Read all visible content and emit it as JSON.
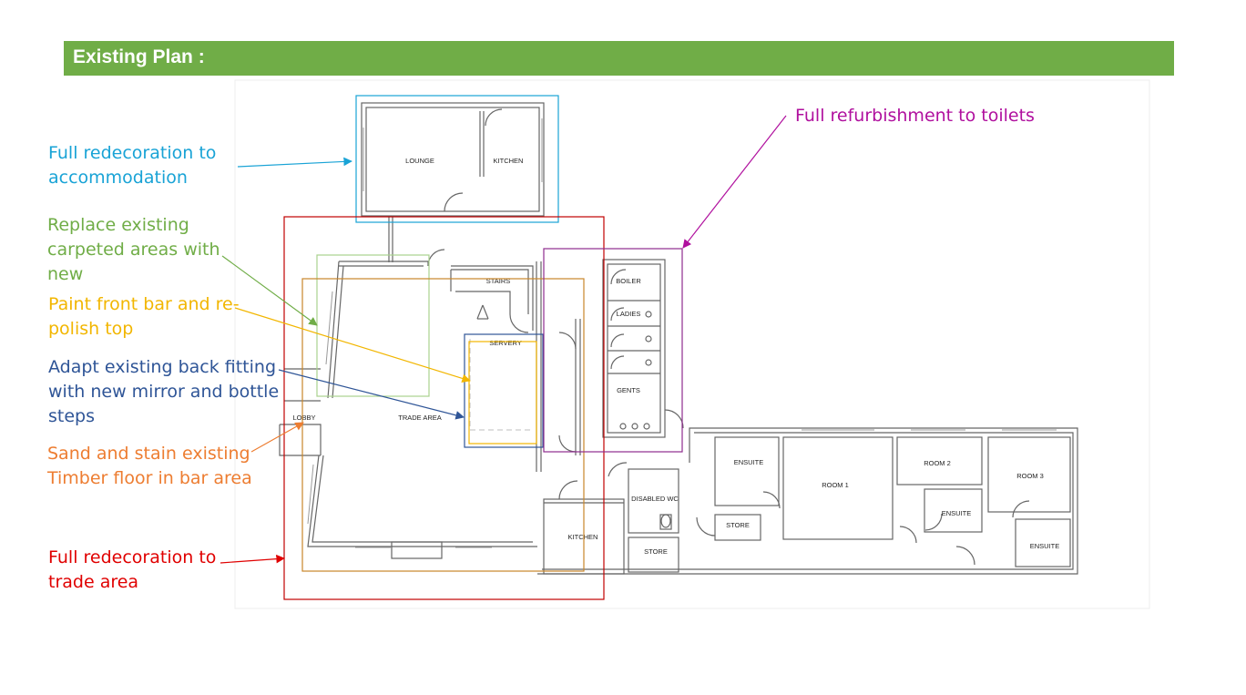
{
  "header": {
    "title": "Existing Plan :"
  },
  "annotations": [
    {
      "lines": [
        "Full redecoration to",
        "accommodation"
      ],
      "color": "#19a3d6"
    },
    {
      "lines": [
        "Replace existing",
        "carpeted areas with",
        "new"
      ],
      "color": "#70ad47"
    },
    {
      "lines": [
        "Paint front bar and re-",
        "polish top"
      ],
      "color": "#f2b600"
    },
    {
      "lines": [
        "Adapt existing back fitting",
        "with new mirror and bottle",
        "steps"
      ],
      "color": "#2f5597"
    },
    {
      "lines": [
        "Sand and stain existing",
        "Timber floor in bar area"
      ],
      "color": "#ed7d31"
    },
    {
      "lines": [
        "Full redecoration to",
        "trade area"
      ],
      "color": "#e00000"
    },
    {
      "lines": [
        "Full refurbishment to toilets"
      ],
      "color": "#b0109e"
    }
  ],
  "rooms": {
    "lounge": "LOUNGE",
    "kitchen_upper": "KITCHEN",
    "stairs": "STAIRS",
    "boiler": "BOILER",
    "ladies": "LADIES",
    "servery": "SERVERY",
    "gents": "GENTS",
    "lobby": "LOBBY",
    "trade_area": "TRADE AREA",
    "disabled_wc": "DISABLED WC",
    "kitchen_lower": "KITCHEN",
    "store_1": "STORE",
    "store_2": "STORE",
    "ensuite_1": "ENSUITE",
    "room_1": "ROOM 1",
    "room_2": "ROOM 2",
    "ensuite_2": "ENSUITE",
    "room_3": "ROOM 3",
    "ensuite_3": "ENSUITE"
  }
}
